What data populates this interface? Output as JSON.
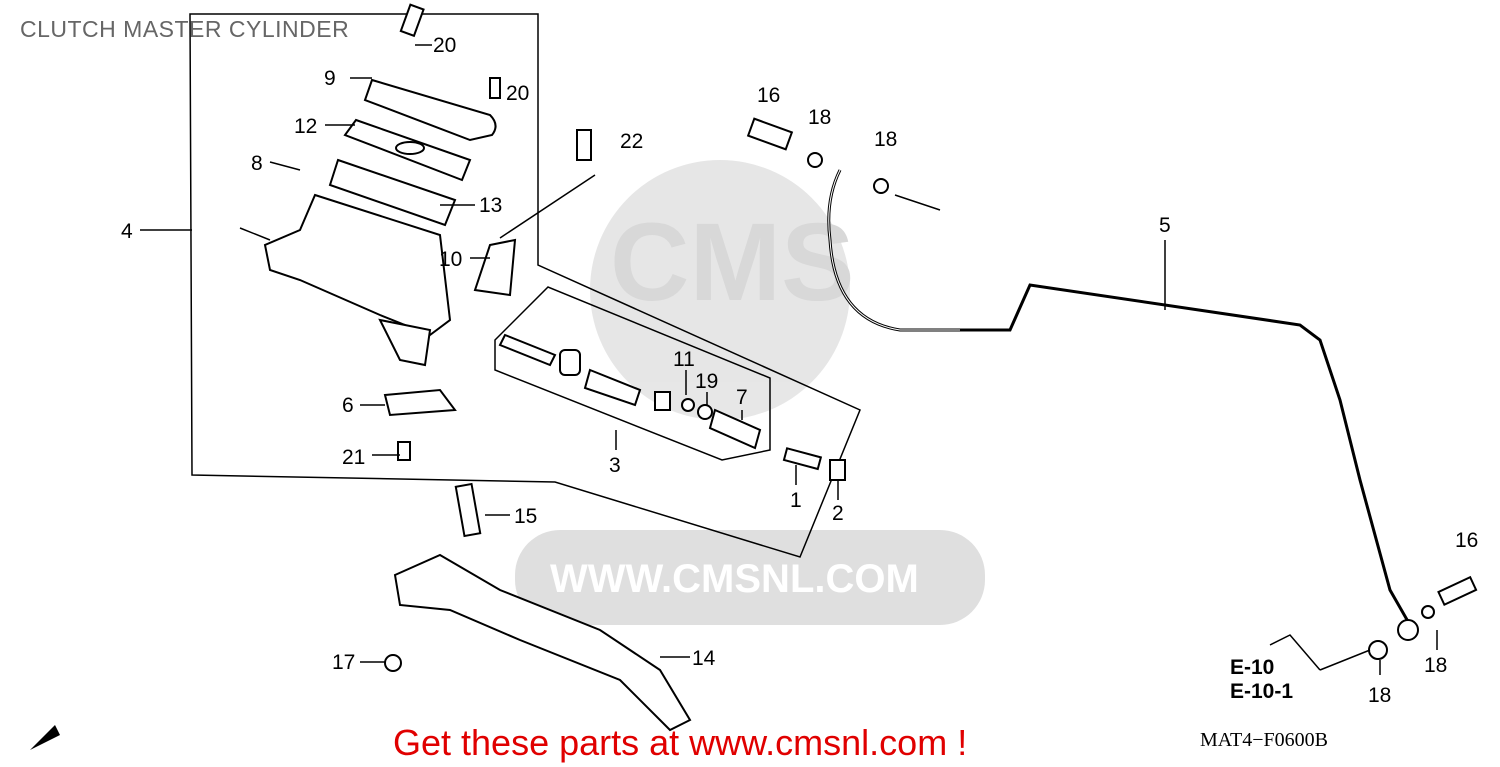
{
  "title": "CLUTCH MASTER CYLINDER",
  "footer": "Get these parts at www.cmsnl.com !",
  "watermark": {
    "text": "WWW.CMSNL.COM",
    "logo": "CMS"
  },
  "diagram_code": "MAT4−F0600B",
  "references": [
    "E-10",
    "E-10-1"
  ],
  "part_labels": [
    "20",
    "9",
    "20",
    "12",
    "22",
    "16",
    "18",
    "18",
    "8",
    "13",
    "5",
    "4",
    "10",
    "11",
    "19",
    "7",
    "6",
    "21",
    "3",
    "1",
    "2",
    "15",
    "16",
    "14",
    "17",
    "18",
    "18"
  ],
  "colors": {
    "footer": "#e00000",
    "title": "#666666",
    "watermark": "#d8d8d8"
  }
}
